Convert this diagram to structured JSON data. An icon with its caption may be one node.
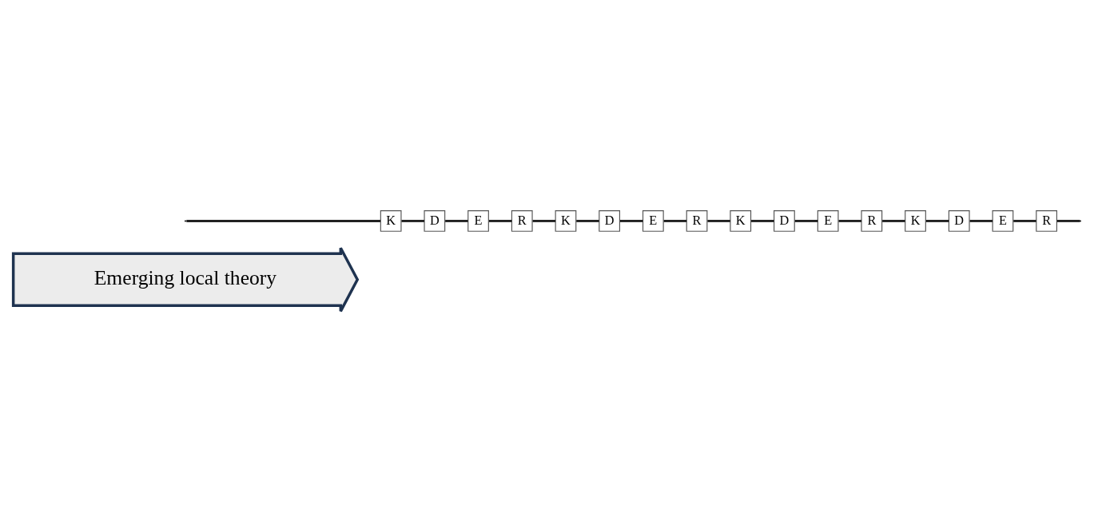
{
  "diagram": {
    "nodes": [
      {
        "text": [
          "Emerging local theory"
        ]
      },
      {
        "text": [
          "K"
        ]
      },
      {
        "text": [
          "R"
        ]
      },
      {
        "text": [
          "D"
        ]
      },
      {
        "text": [
          "E"
        ]
      },
      {
        "text": [
          "K"
        ]
      },
      {
        "text": [
          "R"
        ]
      },
      {
        "text": [
          "D"
        ]
      },
      {
        "text": [
          "E"
        ]
      },
      {
        "text": [
          "K"
        ]
      },
      {
        "text": [
          "R"
        ]
      },
      {
        "text": [
          "D"
        ]
      },
      {
        "text": [
          "E"
        ]
      },
      {
        "text": [
          "K"
        ]
      },
      {
        "text": [
          "R"
        ]
      },
      {
        "text": [
          "D"
        ]
      },
      {
        "text": [
          "E"
        ]
      }
    ],
    "edges": [
      {
        "from": null,
        "to": 1,
        "arrow": "none"
      },
      {
        "from": 1,
        "to": 3,
        "arrow": "none"
      },
      {
        "from": 3,
        "to": 4,
        "arrow": "none"
      },
      {
        "from": 4,
        "to": 2,
        "arrow": "none"
      },
      {
        "from": 2,
        "to": 5,
        "arrow": "none"
      },
      {
        "from": 5,
        "to": 7,
        "arrow": "none"
      },
      {
        "from": 7,
        "to": 8,
        "arrow": "none"
      },
      {
        "from": 8,
        "to": 6,
        "arrow": "none"
      },
      {
        "from": 6,
        "to": 9,
        "arrow": "none"
      },
      {
        "from": 9,
        "to": 11,
        "arrow": "none"
      },
      {
        "from": 11,
        "to": 12,
        "arrow": "none"
      },
      {
        "from": 12,
        "to": 10,
        "arrow": "none"
      },
      {
        "from": 10,
        "to": 13,
        "arrow": "none"
      },
      {
        "from": 13,
        "to": 15,
        "arrow": "none"
      },
      {
        "from": 15,
        "to": 16,
        "arrow": "none"
      },
      {
        "from": 16,
        "to": 14,
        "arrow": "none"
      },
      {
        "from": 14,
        "to": null,
        "arrow": "none"
      }
    ]
  }
}
